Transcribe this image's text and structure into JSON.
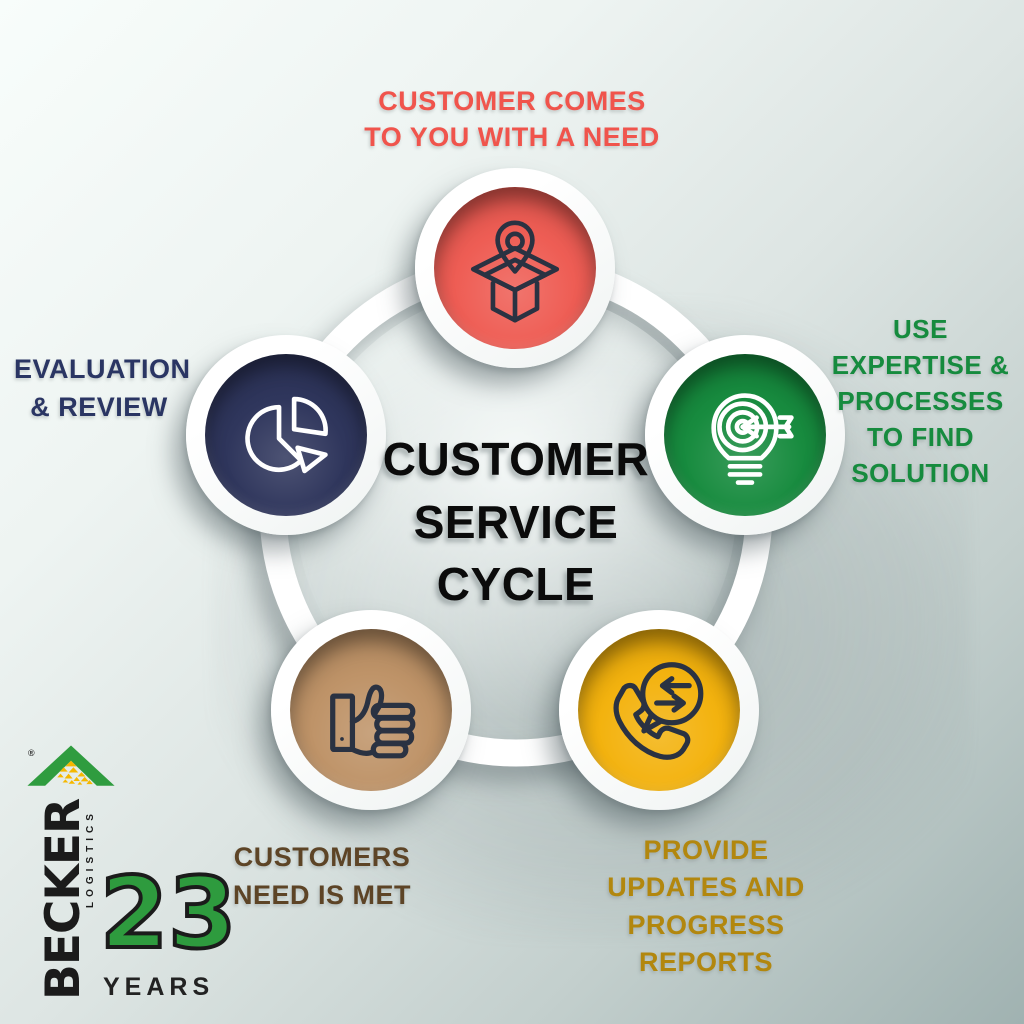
{
  "title": {
    "text": "CUSTOMER SERVICE CYCLE"
  },
  "nodes": [
    {
      "name": "customer-need",
      "label": "CUSTOMER COMES TO YOU WITH A NEED",
      "circle_color": "#EE5A51",
      "label_color": "#F0544C",
      "icon": "box-location-pin-icon",
      "icon_color": "#2A3242"
    },
    {
      "name": "expertise-solution",
      "label": "USE EXPERTISE & PROCESSES TO FIND SOLUTION",
      "circle_color": "#13893B",
      "label_color": "#168B3E",
      "icon": "lightbulb-target-arrow-icon",
      "icon_color": "#FFFFFF"
    },
    {
      "name": "provide-updates",
      "label": "PROVIDE UPDATES AND PROGRESS REPORTS",
      "circle_color": "#F3B10A",
      "label_color": "#B2870E",
      "icon": "phone-message-arrows-icon",
      "icon_color": "#2A3242"
    },
    {
      "name": "need-met",
      "label": "CUSTOMERS NEED IS MET",
      "circle_color": "#BD9165",
      "label_color": "#5D4426",
      "icon": "thumbs-up-icon",
      "icon_color": "#2A3242"
    },
    {
      "name": "evaluation-review",
      "label": "EVALUATION & REVIEW",
      "circle_color": "#2B3259",
      "label_color": "#2A3563",
      "icon": "pie-chart-icon",
      "icon_color": "#FFFFFF"
    }
  ],
  "logo": {
    "brand": "BECKER",
    "subbrand": "LOGISTICS",
    "registered_mark": "®",
    "years_number": "23",
    "years_label": "YEARS",
    "brand_green": "#2E9B3E",
    "brand_yellow": "#F5B800",
    "brand_black": "#1B1B1B"
  },
  "ring_color": "#FFFFFF"
}
